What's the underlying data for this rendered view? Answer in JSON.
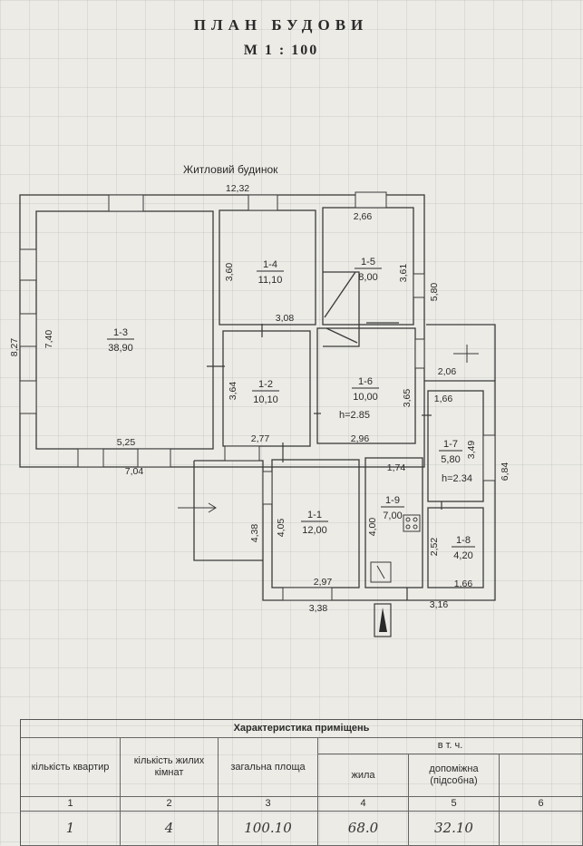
{
  "header": {
    "title": "ПЛАН БУДОВИ",
    "scale": "М 1 : 100"
  },
  "plan": {
    "building_label": "Житловий будинок",
    "rooms": [
      {
        "id": "1-1",
        "area": "12,00"
      },
      {
        "id": "1-2",
        "area": "10,10"
      },
      {
        "id": "1-3",
        "area": "38,90"
      },
      {
        "id": "1-4",
        "area": "11,10"
      },
      {
        "id": "1-5",
        "area": "8,00"
      },
      {
        "id": "1-6",
        "area": "10,00"
      },
      {
        "id": "1-7",
        "area": "5,80"
      },
      {
        "id": "1-8",
        "area": "4,20"
      },
      {
        "id": "1-9",
        "area": "7,00"
      }
    ],
    "heights": {
      "room_1_6": "h=2.85",
      "room_1_7": "h=2.34"
    },
    "dims": {
      "top_total": "12,32",
      "left_total": "8,27",
      "r13_height": "7,40",
      "r13_inner_width": "5,25",
      "left_bottom_width": "7,04",
      "r14_height": "3,60",
      "r14_bottom": "3,08",
      "r15_width": "2,66",
      "r15_height": "3,61",
      "right_upper": "5,80",
      "r12_height": "3,64",
      "r12_bottom": "2,77",
      "r16_height": "3,65",
      "r16_bottom": "2,96",
      "porch_width": "2,06",
      "r17_width": "1,66",
      "r17_height": "3,49",
      "right_lower": "6,84",
      "r19_top": "1,74",
      "r19_height": "4,00",
      "r11_inner_height": "4,05",
      "left_ext_height": "4,38",
      "r11_bottom_inner": "2,97",
      "r11_bottom_outer": "3,38",
      "r18_height": "2,52",
      "r18_bottom": "1,66",
      "right_bottom": "3,16"
    }
  },
  "table": {
    "title": "Характеристика приміщень",
    "headers": {
      "apartments": "кількість квартир",
      "living_rooms": "кількість жилих кімнат",
      "total_area": "загальна площа",
      "including": "в т. ч.",
      "living": "жила",
      "auxiliary": "допоміжна (підсобна)"
    },
    "col_numbers": [
      "1",
      "2",
      "3",
      "4",
      "5",
      "6"
    ],
    "values": {
      "apartments": "1",
      "living_rooms": "4",
      "total_area": "100.10",
      "living": "68.0",
      "auxiliary": "32.10"
    }
  }
}
